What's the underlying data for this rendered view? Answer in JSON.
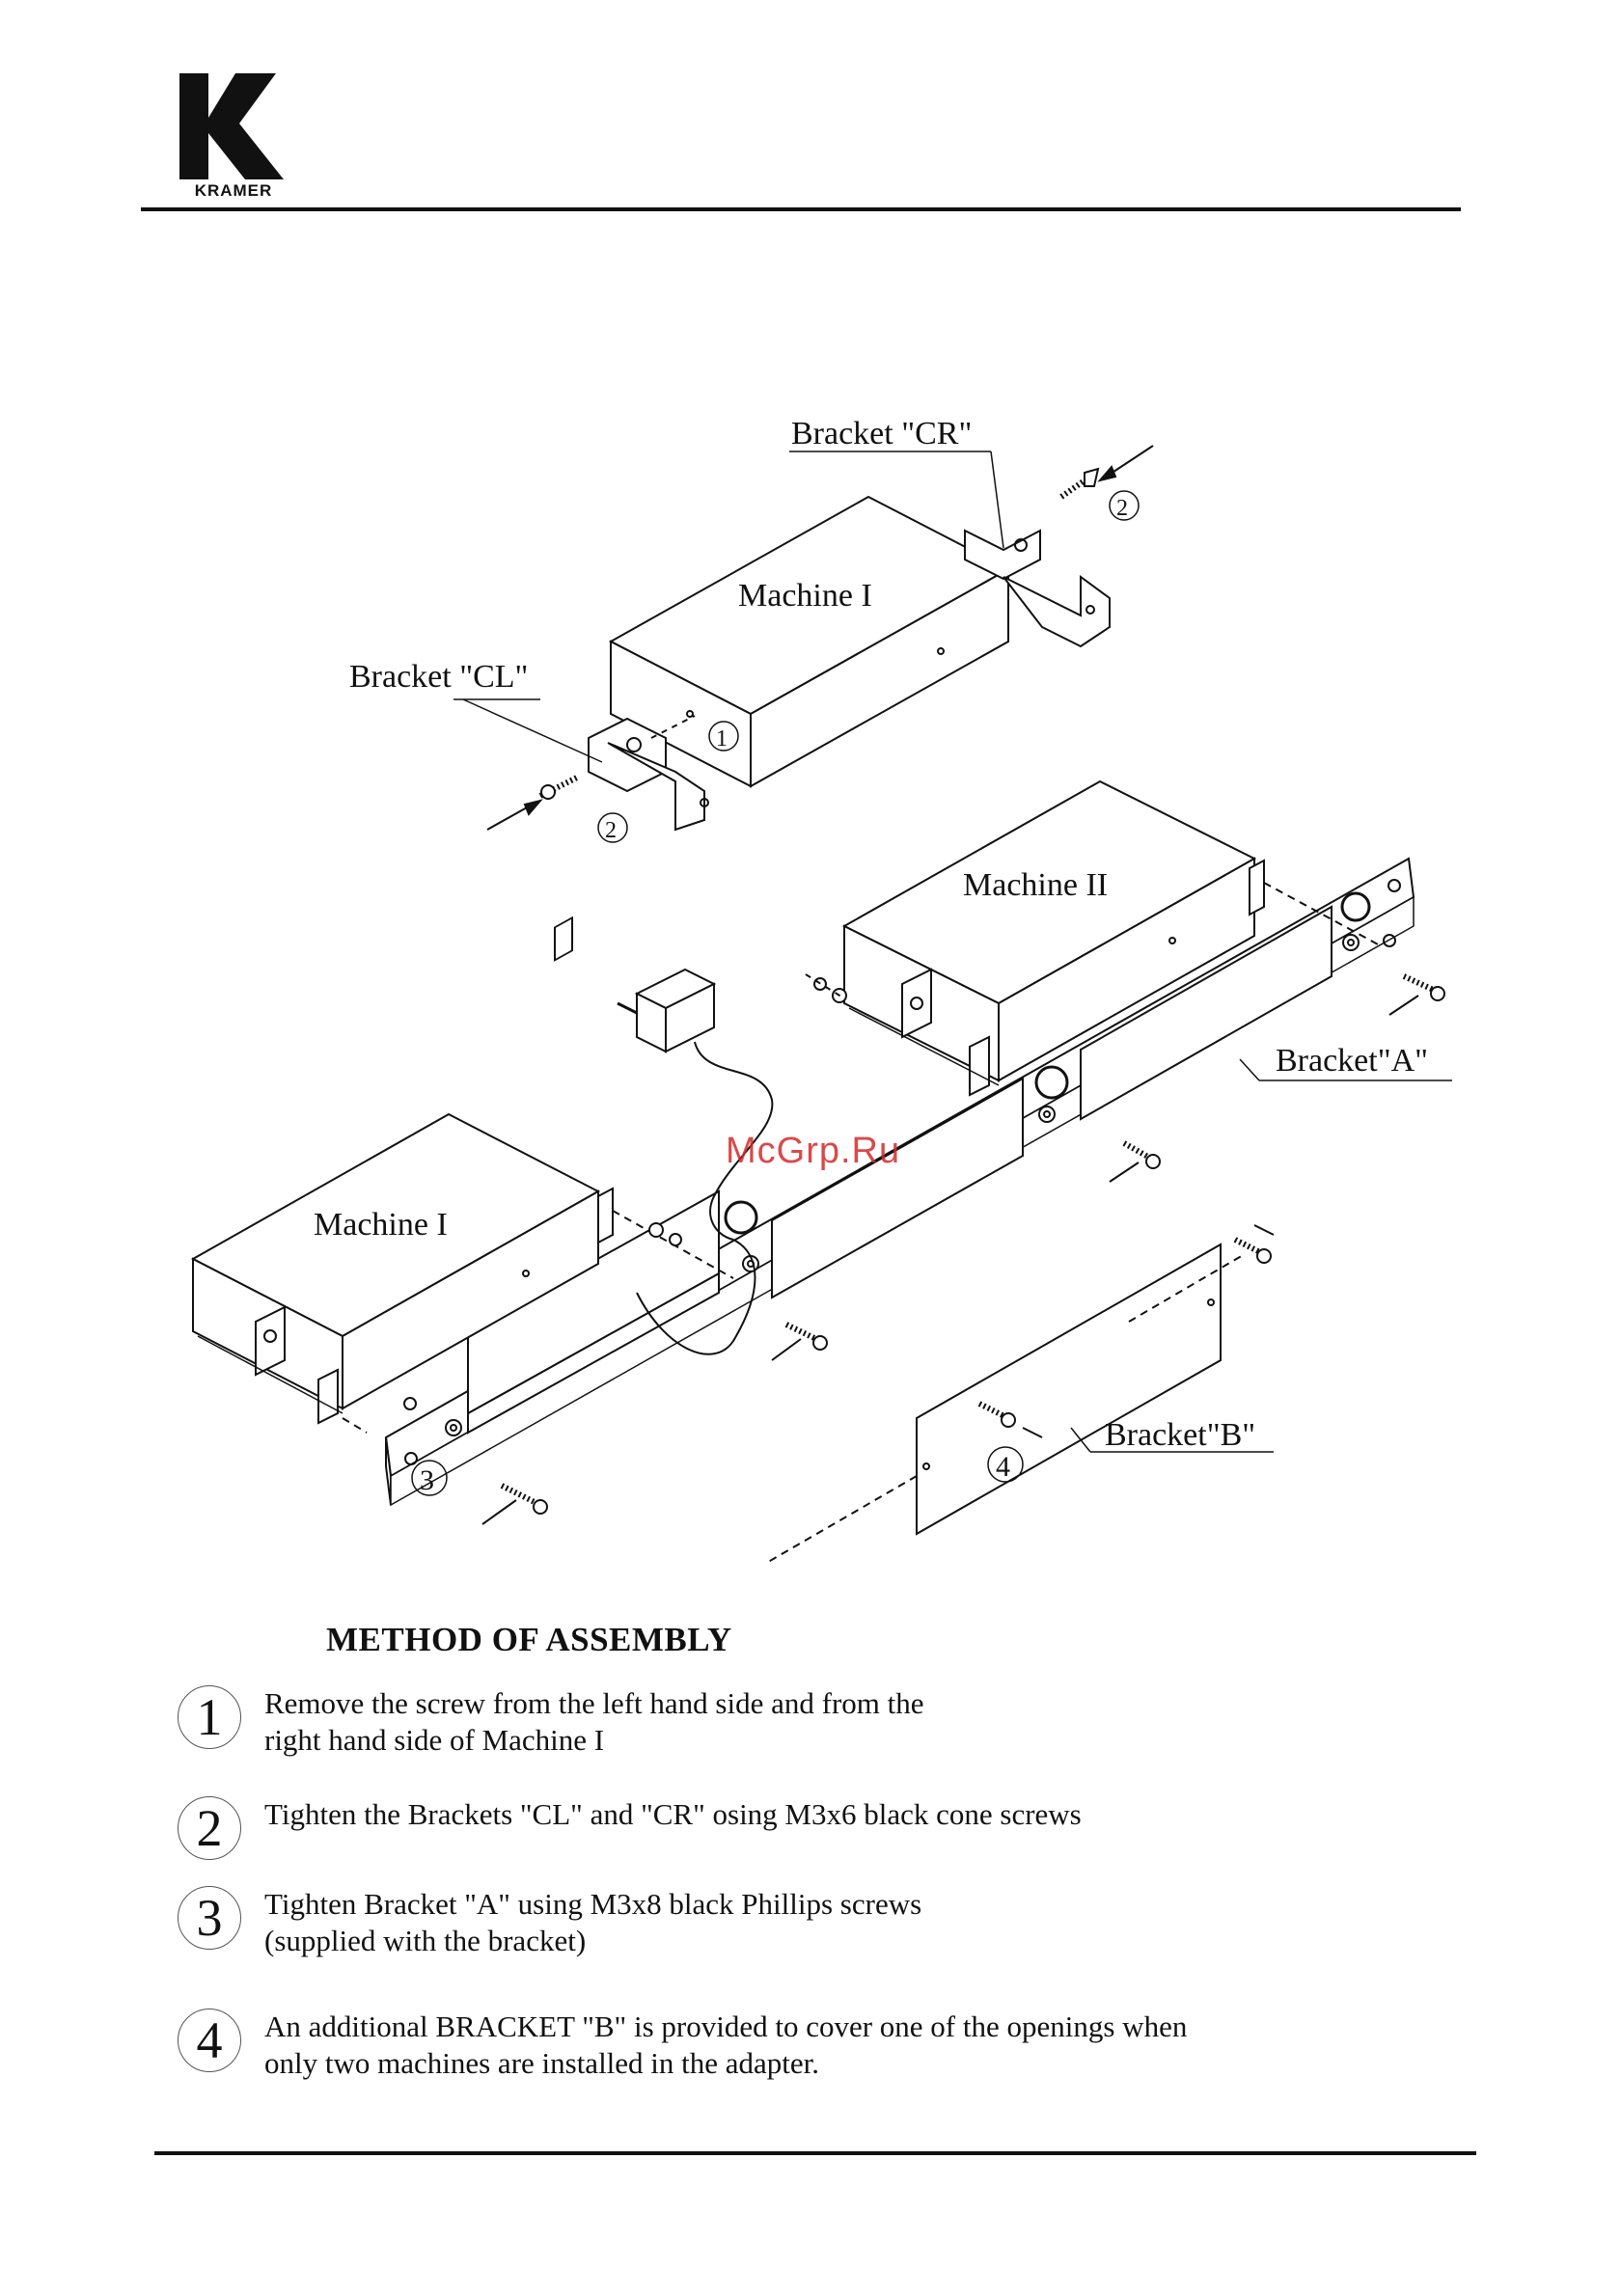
{
  "header": {
    "brand": "KRAMER"
  },
  "watermark": "McGrp.Ru",
  "diagram": {
    "labels": {
      "bracket_cr": "Bracket \"CR\"",
      "bracket_cl": "Bracket \"CL\"",
      "machine_i_top": "Machine I",
      "machine_ii": "Machine II",
      "bracket_a": "Bracket\"A\"",
      "machine_i_bottom": "Machine I",
      "bracket_b": "Bracket\"B\""
    },
    "callouts": {
      "c1": "1",
      "c2a": "2",
      "c2b": "2",
      "c3": "3",
      "c4": "4"
    }
  },
  "method": {
    "title": "METHOD OF ASSEMBLY",
    "steps": [
      {
        "num": "1",
        "lines": [
          "Remove the screw from the left hand side and from the",
          "right hand side of Machine I"
        ]
      },
      {
        "num": "2",
        "lines": [
          "Tighten the Brackets \"CL\" and \"CR\" osing M3x6 black cone screws"
        ]
      },
      {
        "num": "3",
        "lines": [
          "Tighten Bracket \"A\" using M3x8 black Phillips screws",
          "(supplied with the bracket)"
        ]
      },
      {
        "num": "4",
        "lines": [
          "An additional BRACKET \"B\" is provided to cover one of the openings when",
          "only two machines are installed in the adapter."
        ]
      }
    ]
  }
}
